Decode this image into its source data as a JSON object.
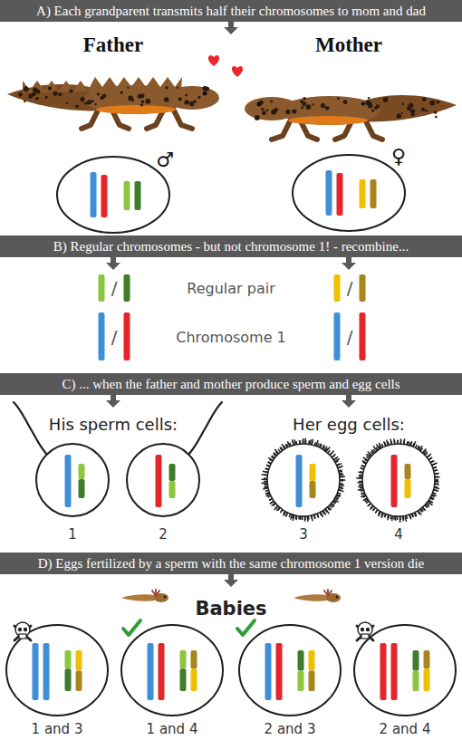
{
  "diagram": {
    "nodes": [
      {
        "text": [
          "A) Each grandparent transmits half their chromosomes to mom and dad"
        ]
      },
      {
        "text": [
          "B) Regular chromosomes - but not chromosome 1! - recombine..."
        ]
      },
      {
        "text": [
          "C) ... when the father and mother produce sperm and egg cells"
        ]
      },
      {
        "text": [
          "1"
        ]
      },
      {
        "text": [
          "2"
        ]
      },
      {
        "text": [
          "3"
        ]
      },
      {
        "text": [
          "4"
        ]
      },
      {
        "text": [
          "D) Eggs fertilized by a sperm with the same chromosome 1 version die"
        ]
      },
      {
        "text": [
          "1 and 3"
        ]
      },
      {
        "text": [
          "1 and 4"
        ]
      },
      {
        "text": [
          "2 and 3"
        ]
      },
      {
        "text": [
          "2 and 4"
        ]
      }
    ],
    "labels": [
      "Father",
      "Mother",
      "♂",
      "♀",
      "/",
      "Regular pair",
      "/",
      "/",
      "Chromosome 1",
      "/",
      "His sperm cells:",
      "Her egg cells:",
      "Babies"
    ]
  }
}
